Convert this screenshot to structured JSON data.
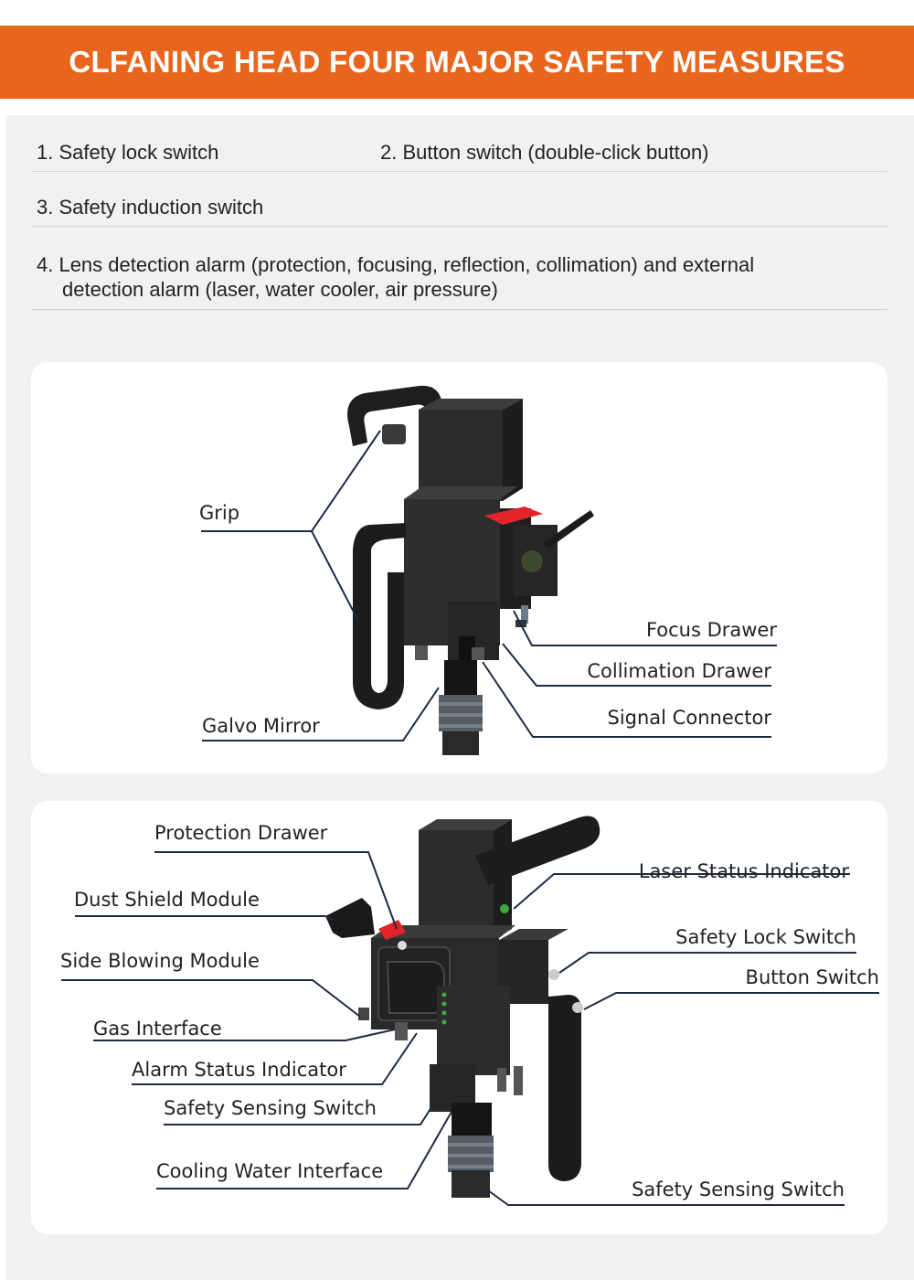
{
  "header": {
    "title": "CLFANING HEAD FOUR MAJOR SAFETY MEASURES"
  },
  "measures": [
    "1. Safety lock switch",
    "2. Button switch (double-click button)",
    "3. Safety induction switch",
    "4. Lens detection alarm (protection, focusing, reflection, collimation) and external",
    "detection alarm (laser, water cooler, air pressure)"
  ],
  "diagram1": {
    "labels": [
      "Grip",
      "Focus Drawer",
      "Collimation Drawer",
      "Signal Connector",
      "Galvo Mirror"
    ]
  },
  "diagram2": {
    "labels": [
      "Protection Drawer",
      "Dust Shield Module",
      "Side Blowing Module",
      "Gas Interface",
      "Alarm Status Indicator",
      "Safety Sensing Switch",
      "Cooling Water Interface",
      "Laser Status Indicator",
      "Safety Lock Switch",
      "Button Switch",
      "Safety Sensing Switch"
    ]
  },
  "colors": {
    "accent": "#e8651d",
    "leader": "#1f2a44",
    "body": "#2b2b2b",
    "warning": "#e0242a"
  }
}
